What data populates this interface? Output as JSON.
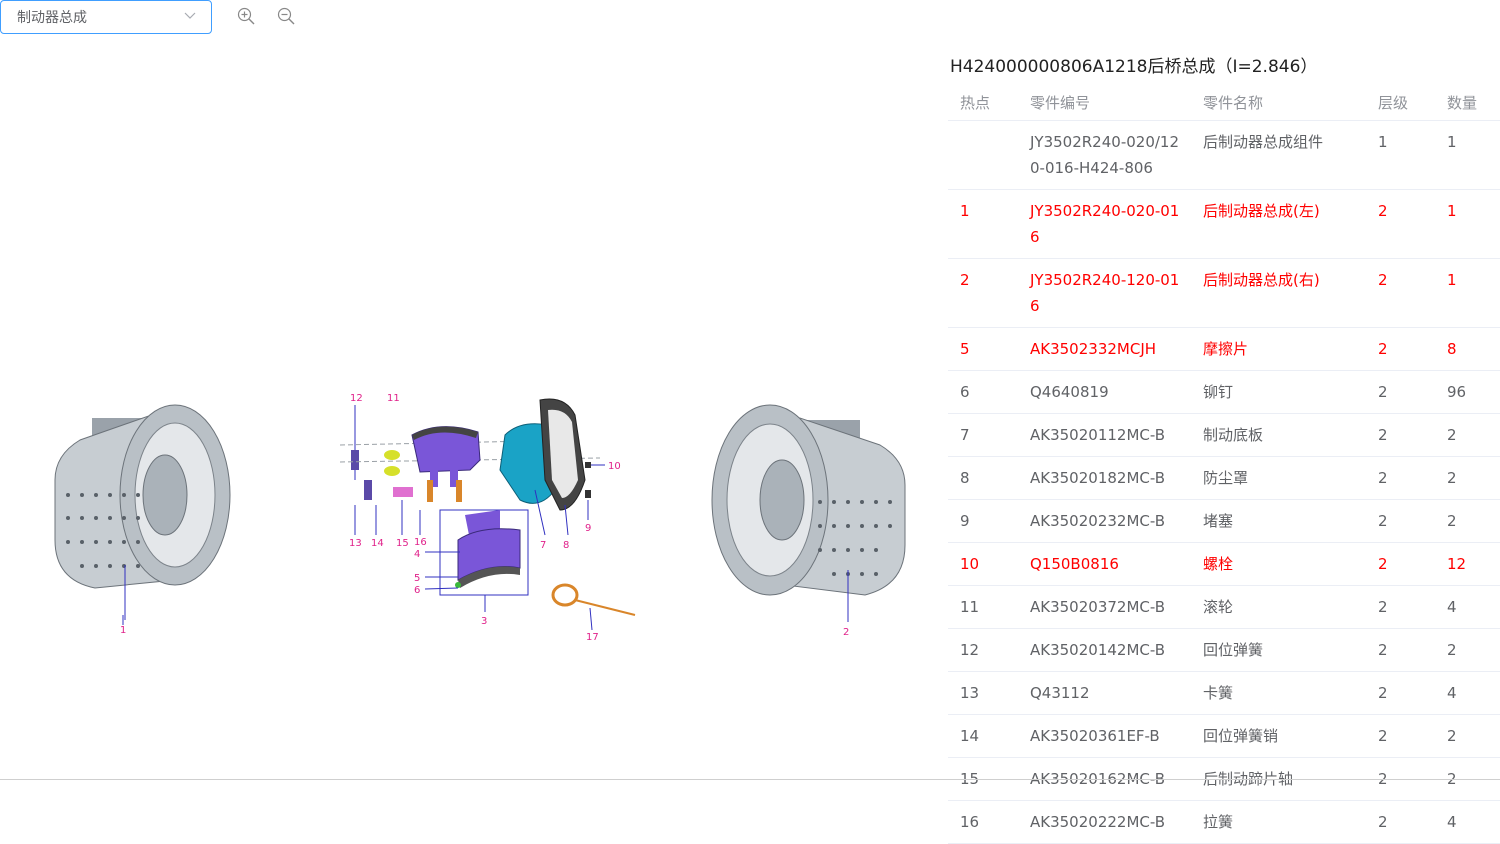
{
  "toolbar": {
    "selected_assembly": "制动器总成",
    "zoom_in_icon": "zoom-in-icon",
    "zoom_out_icon": "zoom-out-icon"
  },
  "diagram": {
    "labels": [
      "1",
      "12",
      "11",
      "10",
      "9",
      "8",
      "7",
      "13",
      "14",
      "15",
      "16",
      "4",
      "5",
      "6",
      "3",
      "17",
      "2"
    ]
  },
  "panel": {
    "title": "H424000000806A1218后桥总成（I=2.846）",
    "columns": [
      "热点",
      "零件编号",
      "零件名称",
      "层级",
      "数量"
    ],
    "rows": [
      {
        "hotspot": "",
        "part_no": "JY3502R240-020/120-016-H424-806",
        "name": "后制动器总成组件",
        "level": "1",
        "qty": "1",
        "highlight": false
      },
      {
        "hotspot": "1",
        "part_no": "JY3502R240-020-016",
        "name": "后制动器总成(左)",
        "level": "2",
        "qty": "1",
        "highlight": true
      },
      {
        "hotspot": "2",
        "part_no": "JY3502R240-120-016",
        "name": "后制动器总成(右)",
        "level": "2",
        "qty": "1",
        "highlight": true
      },
      {
        "hotspot": "5",
        "part_no": "AK3502332MCJH",
        "name": "摩擦片",
        "level": "2",
        "qty": "8",
        "highlight": true
      },
      {
        "hotspot": "6",
        "part_no": "Q4640819",
        "name": "铆钉",
        "level": "2",
        "qty": "96",
        "highlight": false
      },
      {
        "hotspot": "7",
        "part_no": "AK35020112MC-B",
        "name": "制动底板",
        "level": "2",
        "qty": "2",
        "highlight": false
      },
      {
        "hotspot": "8",
        "part_no": "AK35020182MC-B",
        "name": "防尘罩",
        "level": "2",
        "qty": "2",
        "highlight": false
      },
      {
        "hotspot": "9",
        "part_no": "AK35020232MC-B",
        "name": "堵塞",
        "level": "2",
        "qty": "2",
        "highlight": false
      },
      {
        "hotspot": "10",
        "part_no": "Q150B0816",
        "name": "螺栓",
        "level": "2",
        "qty": "12",
        "highlight": true
      },
      {
        "hotspot": "11",
        "part_no": "AK35020372MC-B",
        "name": "滚轮",
        "level": "2",
        "qty": "4",
        "highlight": false
      },
      {
        "hotspot": "12",
        "part_no": "AK35020142MC-B",
        "name": "回位弹簧",
        "level": "2",
        "qty": "2",
        "highlight": false
      },
      {
        "hotspot": "13",
        "part_no": "Q43112",
        "name": "卡簧",
        "level": "2",
        "qty": "4",
        "highlight": false
      },
      {
        "hotspot": "14",
        "part_no": "AK35020361EF-B",
        "name": "回位弹簧销",
        "level": "2",
        "qty": "2",
        "highlight": false
      },
      {
        "hotspot": "15",
        "part_no": "AK35020162MC-B",
        "name": "后制动蹄片轴",
        "level": "2",
        "qty": "2",
        "highlight": false
      },
      {
        "hotspot": "16",
        "part_no": "AK35020222MC-B",
        "name": "拉簧",
        "level": "2",
        "qty": "4",
        "highlight": false
      }
    ]
  }
}
